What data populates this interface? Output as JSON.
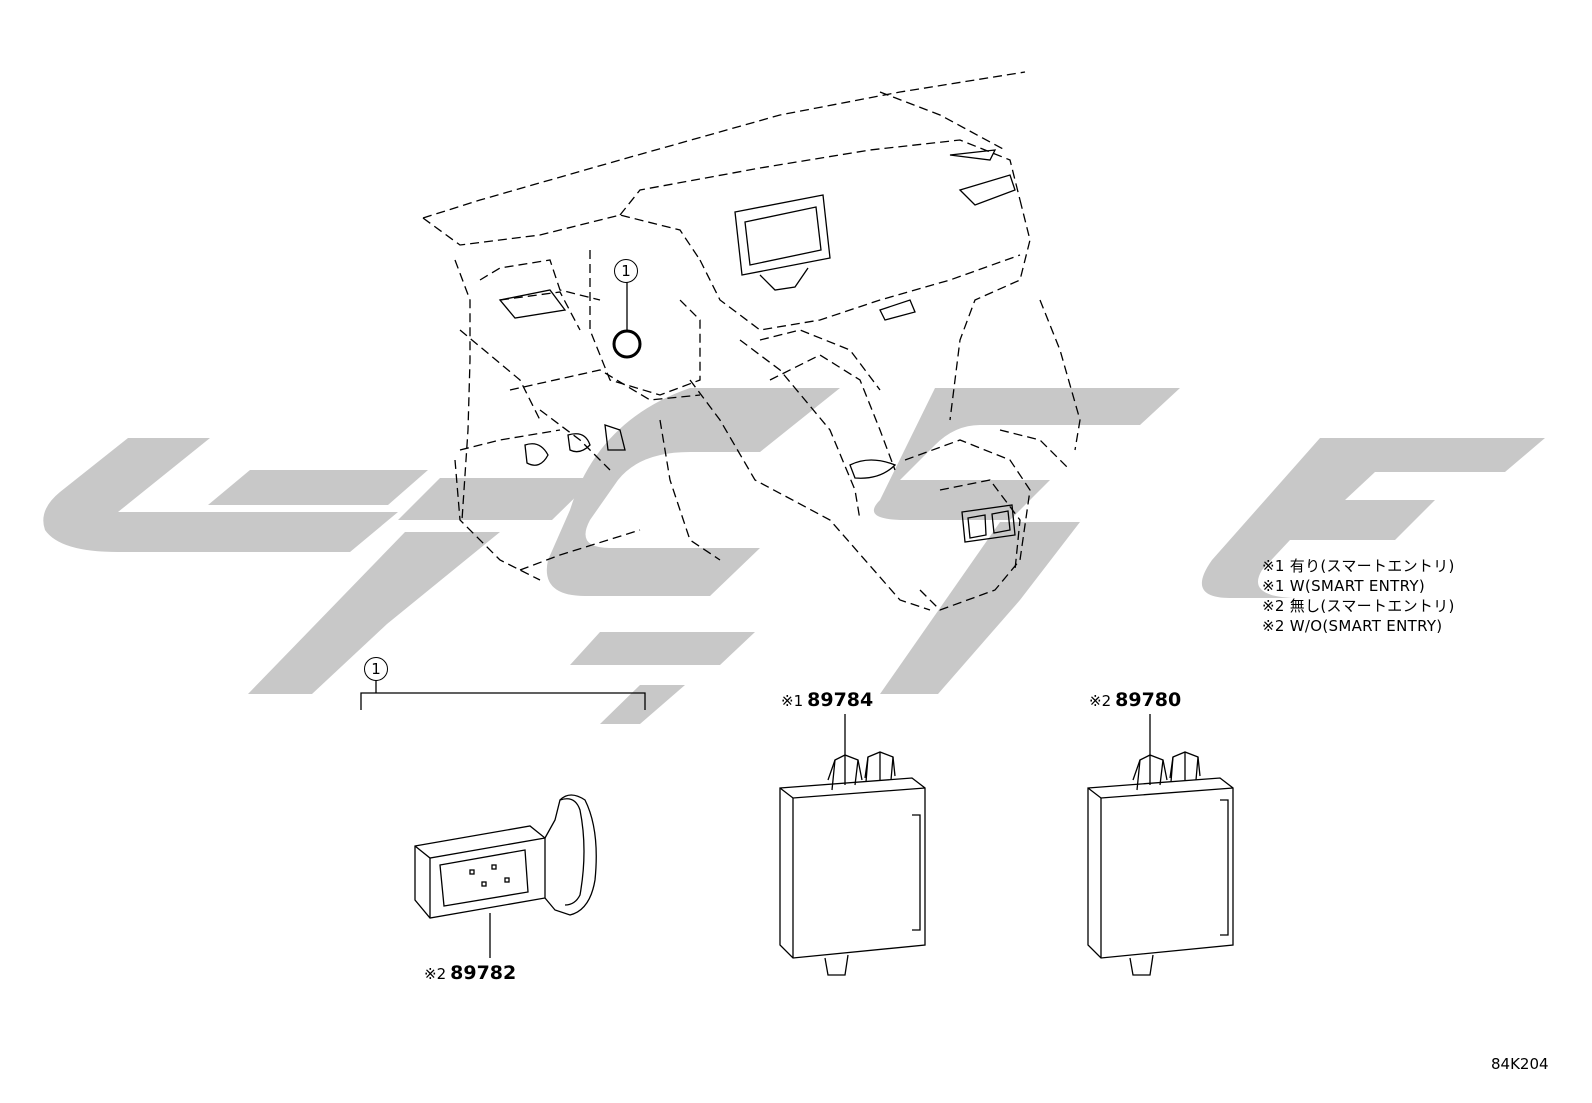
{
  "legend": [
    "※1 有り(スマートエントリ)",
    "※1 W(SMART ENTRY)",
    "※2 無し(スマートエントリ)",
    "※2 W/O(SMART ENTRY)"
  ],
  "callout_label": "1",
  "parts": [
    {
      "mark": "※2",
      "number": "89782"
    },
    {
      "mark": "※1",
      "number": "89784"
    },
    {
      "mark": "※2",
      "number": "89780"
    }
  ],
  "diagram_code": "84K204",
  "colors": {
    "watermark": "#c8c8c8",
    "line": "#000000",
    "background": "#ffffff"
  }
}
